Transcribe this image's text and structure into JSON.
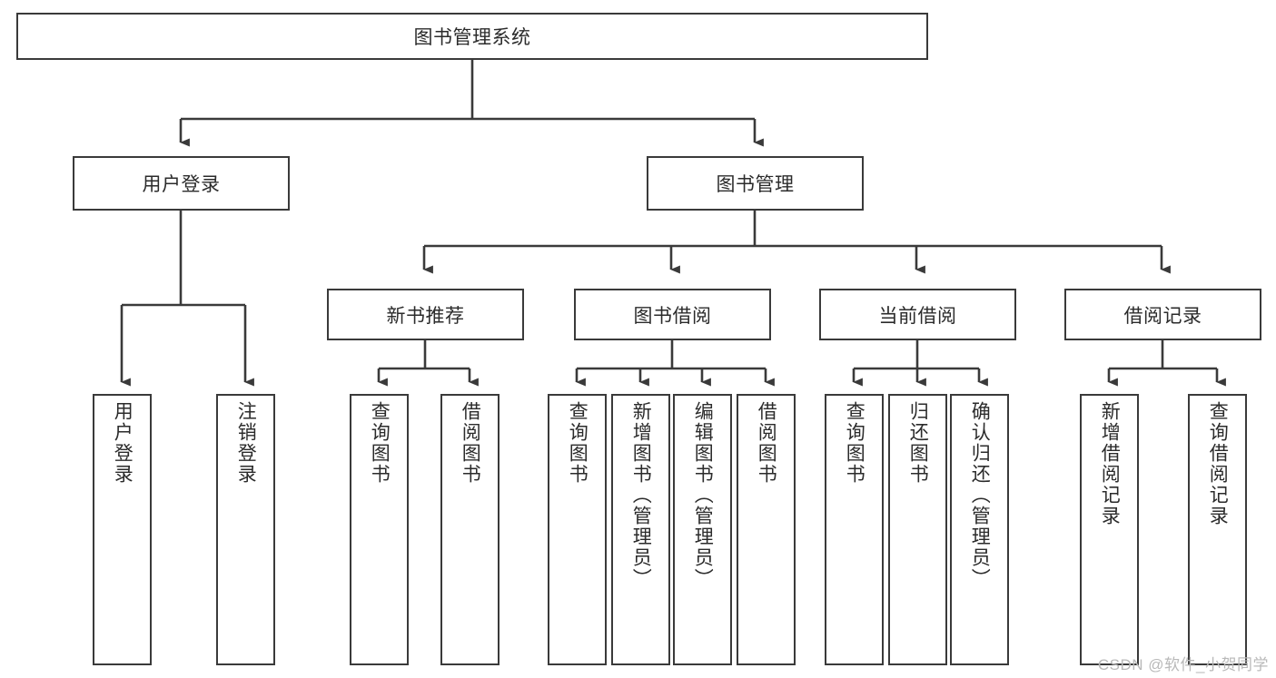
{
  "diagram": {
    "type": "hierarchy-tree",
    "title": "图书管理系统",
    "orientation": "top-down",
    "colors": {
      "background": "#ffffff",
      "box_border": "#3a3a3a",
      "box_fill": "#ffffff",
      "connector": "#3a3a3a",
      "text": "#2b2b2b",
      "watermark": "#b9b9b9"
    },
    "watermark": "CSDN @软件_小贺同学",
    "levels": {
      "root": {
        "label": "图书管理系统"
      },
      "level2": [
        {
          "id": "user-login",
          "label": "用户登录"
        },
        {
          "id": "book-manage",
          "label": "图书管理"
        }
      ],
      "level3": [
        {
          "id": "new-book-recommend",
          "label": "新书推荐",
          "parent": "book-manage"
        },
        {
          "id": "book-borrow",
          "label": "图书借阅",
          "parent": "book-manage"
        },
        {
          "id": "current-borrow",
          "label": "当前借阅",
          "parent": "book-manage"
        },
        {
          "id": "borrow-record",
          "label": "借阅记录",
          "parent": "book-manage"
        }
      ],
      "leaves": [
        {
          "id": "leaf-user-login",
          "label": "用户登录",
          "parent": "user-login"
        },
        {
          "id": "leaf-logout",
          "label": "注销登录",
          "parent": "user-login"
        },
        {
          "id": "leaf-query-book-1",
          "label": "查询图书",
          "parent": "new-book-recommend"
        },
        {
          "id": "leaf-borrow-book-1",
          "label": "借阅图书",
          "parent": "new-book-recommend"
        },
        {
          "id": "leaf-query-book-2",
          "label": "查询图书",
          "parent": "book-borrow"
        },
        {
          "id": "leaf-add-book",
          "label": "新增图书（管理员）",
          "parent": "book-borrow"
        },
        {
          "id": "leaf-edit-book",
          "label": "编辑图书（管理员）",
          "parent": "book-borrow"
        },
        {
          "id": "leaf-borrow-book-2",
          "label": "借阅图书",
          "parent": "book-borrow"
        },
        {
          "id": "leaf-query-book-3",
          "label": "查询图书",
          "parent": "current-borrow"
        },
        {
          "id": "leaf-return-book",
          "label": "归还图书",
          "parent": "current-borrow"
        },
        {
          "id": "leaf-confirm-return",
          "label": "确认归还（管理员）",
          "parent": "current-borrow"
        },
        {
          "id": "leaf-add-record",
          "label": "新增借阅记录",
          "parent": "borrow-record"
        },
        {
          "id": "leaf-query-record",
          "label": "查询借阅记录",
          "parent": "borrow-record"
        }
      ]
    }
  }
}
